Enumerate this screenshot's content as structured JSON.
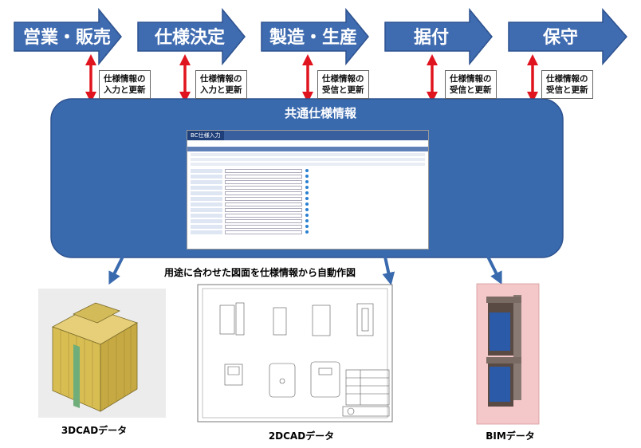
{
  "stages": [
    {
      "label": "営業・販売"
    },
    {
      "label": "仕様決定"
    },
    {
      "label": "製造・生産"
    },
    {
      "label": "据付"
    },
    {
      "label": "保守"
    }
  ],
  "notes": [
    {
      "line1": "仕様情報の",
      "line2": "入力と更新"
    },
    {
      "line1": "仕様情報の",
      "line2": "入力と更新"
    },
    {
      "line1": "仕様情報の",
      "line2": "受信と更新"
    },
    {
      "line1": "仕様情報の",
      "line2": "受信と更新"
    },
    {
      "line1": "仕様情報の",
      "line2": "受信と更新"
    }
  ],
  "panel": {
    "title": "共通仕様情報"
  },
  "screenshot": {
    "brand": "BC仕様入力"
  },
  "auto_draw_caption": "用途に合わせた図面を仕様情報から自動作図",
  "outputs": [
    {
      "label": "3DCADデータ"
    },
    {
      "label": "2DCADデータ"
    },
    {
      "label": "BIMデータ"
    }
  ],
  "colors": {
    "arrow_blue": "#3f6bb0",
    "arrow_dark": "#2d528f",
    "panel_blue": "#3a6aae",
    "exchange_red": "#e0141e",
    "cad_yellow": "#d8be52",
    "bim_pink": "#f4c7c8"
  }
}
